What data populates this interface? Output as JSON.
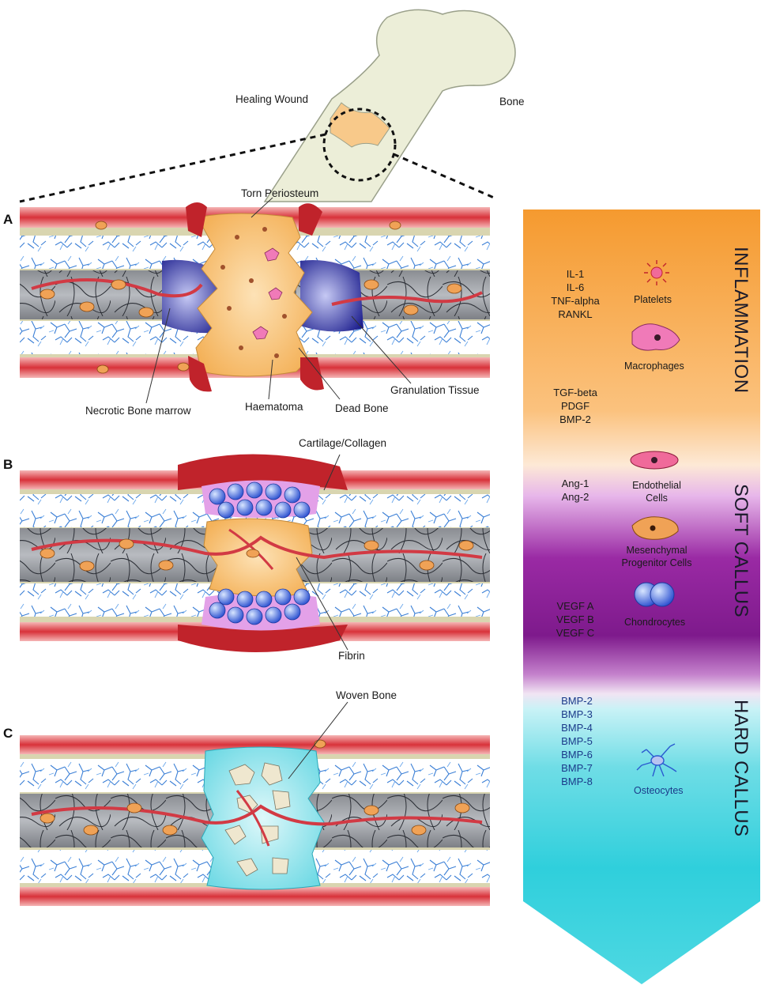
{
  "labels": {
    "healing_wound": "Healing Wound",
    "bone": "Bone",
    "torn_periosteum": "Torn Periosteum",
    "necrotic_bone_marrow": "Necrotic Bone marrow",
    "haematoma": "Haematoma",
    "dead_bone": "Dead Bone",
    "granulation_tissue": "Granulation Tissue",
    "cartilage_collagen": "Cartilage/Collagen",
    "fibrin": "Fibrin",
    "woven_bone": "Woven Bone"
  },
  "panels": {
    "a": "A",
    "b": "B",
    "c": "C"
  },
  "phases": [
    {
      "name": "INFLAMMATION",
      "color": "#f59a2f",
      "factor_groups": [
        [
          "IL-1",
          "IL-6",
          "TNF-alpha",
          "RANKL"
        ],
        [
          "TGF-beta",
          "PDGF",
          "BMP-2"
        ]
      ],
      "cells": [
        "Platelets",
        "Macrophages"
      ]
    },
    {
      "name": "SOFT CALLUS",
      "color": "#8a1f96",
      "factor_groups": [
        [
          "Ang-1",
          "Ang-2"
        ],
        [
          "VEGF A",
          "VEGF B",
          "VEGF C"
        ]
      ],
      "cells": [
        "Endothelial",
        "Cells",
        "Mesenchymal",
        "Progenitor Cells",
        "Chondrocytes"
      ]
    },
    {
      "name": "HARD CALLUS",
      "color": "#2fd0dc",
      "factor_groups": [
        [
          "BMP-2",
          "BMP-3",
          "BMP-4",
          "BMP-5",
          "BMP-6",
          "BMP-7",
          "BMP-8"
        ]
      ],
      "cells": [
        "Osteocytes"
      ]
    }
  ]
}
